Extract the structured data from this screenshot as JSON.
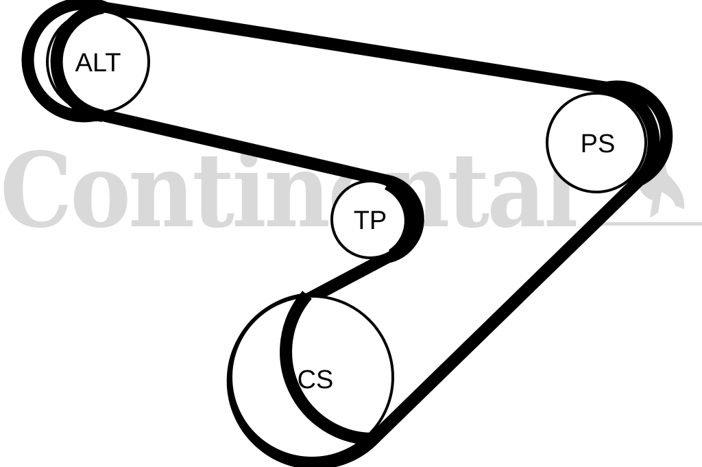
{
  "watermark": {
    "brand_text": "Continental",
    "logo": "horse-icon",
    "color": "#d9d9d9"
  },
  "colors": {
    "belt": "#000000",
    "pulley_fill": "#ffffff",
    "label": "#000000"
  },
  "pulleys": [
    {
      "id": "alt",
      "label": "ALT"
    },
    {
      "id": "ps",
      "label": "PS"
    },
    {
      "id": "tp",
      "label": "TP"
    },
    {
      "id": "cs",
      "label": "CS"
    }
  ]
}
